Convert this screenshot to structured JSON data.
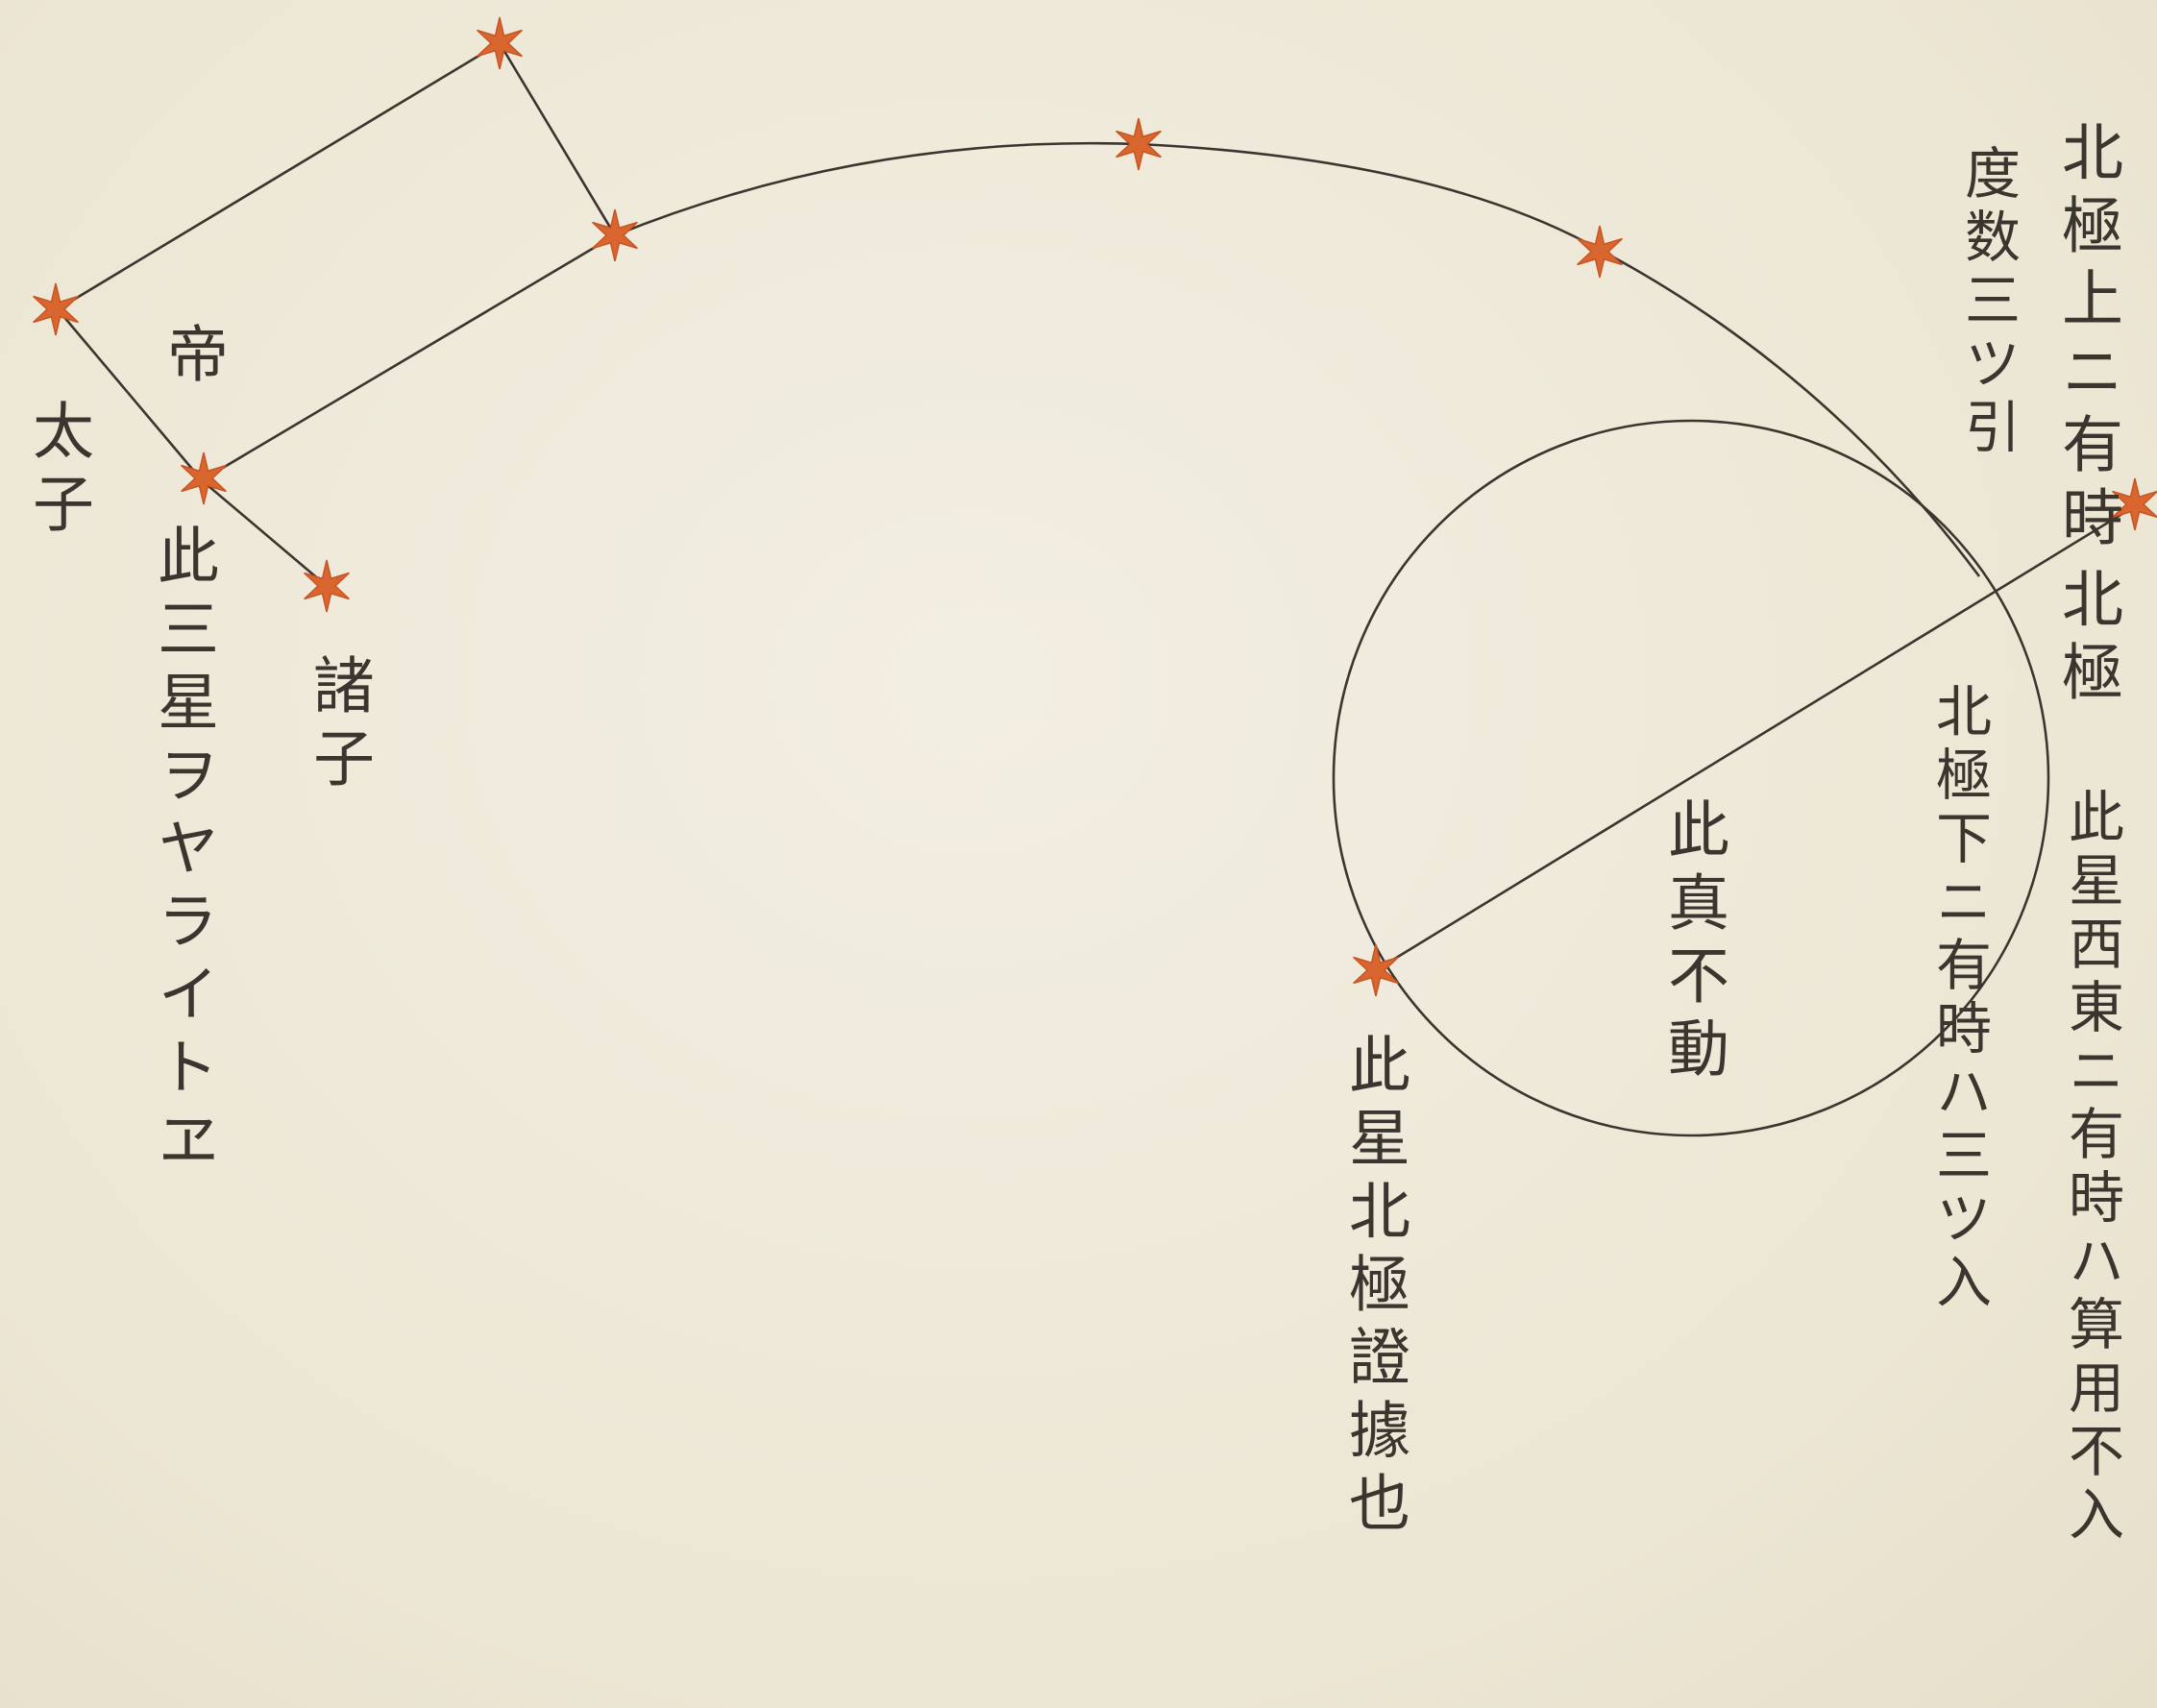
{
  "colors": {
    "paper": "#efeadb",
    "ink": "#3b3530",
    "star": "#d9652f"
  },
  "labels": {
    "taishi": "太子",
    "mikado": "帝",
    "shoshi": "諸子",
    "three_stars": "此三星ヲヤライトヱ",
    "north_pole_above": "北極上ニ有時",
    "degree_pull": "度数三ツ引",
    "north_pole": "北極",
    "north_pole_below": "北極下ニ有時ハ三ツ入",
    "true_immobile": "此真不動",
    "east_west": "此星西東ニ有時ハ算用不入",
    "evidence": "此星北極證據也"
  }
}
